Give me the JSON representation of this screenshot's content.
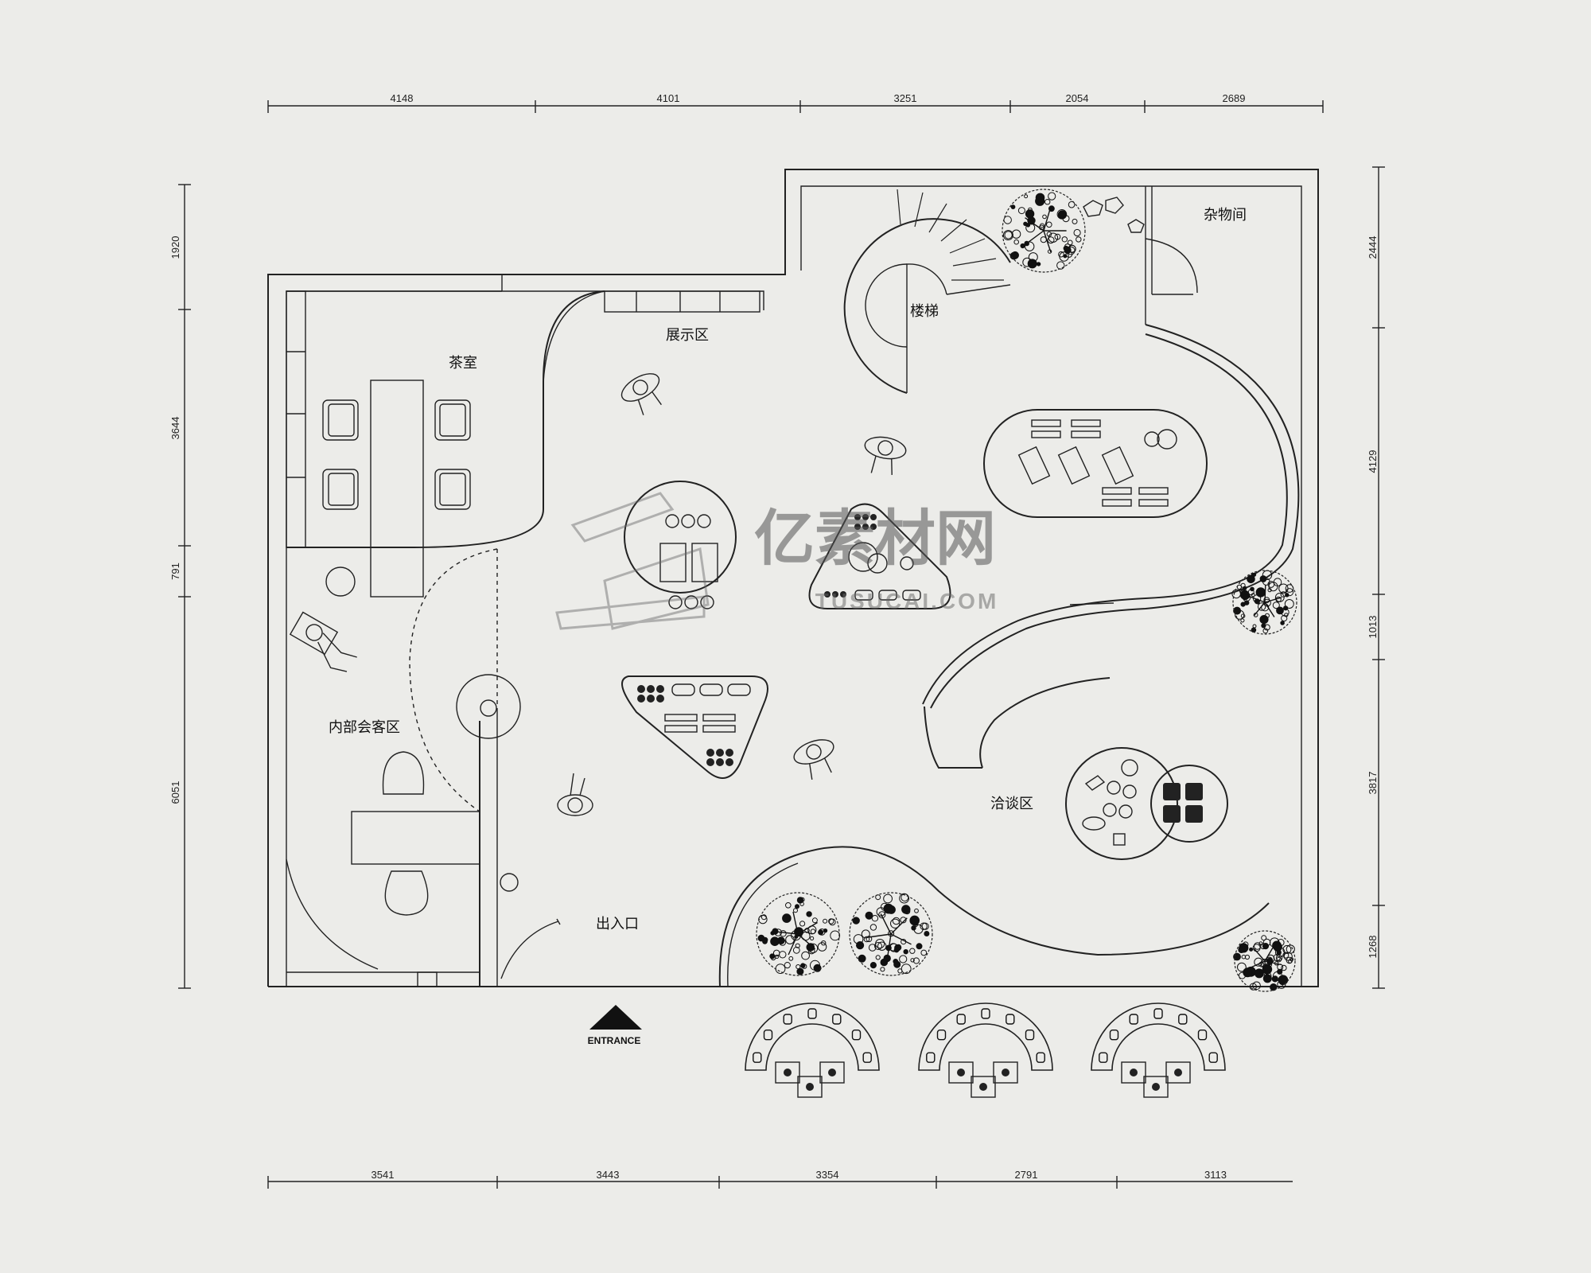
{
  "dimensions": {
    "top": [
      "4148",
      "4101",
      "3251",
      "2054",
      "2689"
    ],
    "bottom": [
      "3541",
      "3443",
      "3354",
      "2791",
      "3113"
    ],
    "left": [
      "1920",
      "3644",
      "791",
      "6051"
    ],
    "right": [
      "2444",
      "4129",
      "1013",
      "3817",
      "1268"
    ]
  },
  "rooms": {
    "tea_room": "茶室",
    "display_area": "展示区",
    "stairs": "楼梯",
    "storage": "杂物间",
    "internal_reception": "内部会客区",
    "negotiation_area": "洽谈区",
    "entrance_exit": "出入口"
  },
  "entrance_label": "ENTRANCE",
  "watermark": {
    "main": "亿素材网",
    "sub": "TUSUCAI.COM"
  },
  "colors": {
    "line": "#222222",
    "paper": "#ecece9",
    "tree": "#1a1a1a"
  }
}
